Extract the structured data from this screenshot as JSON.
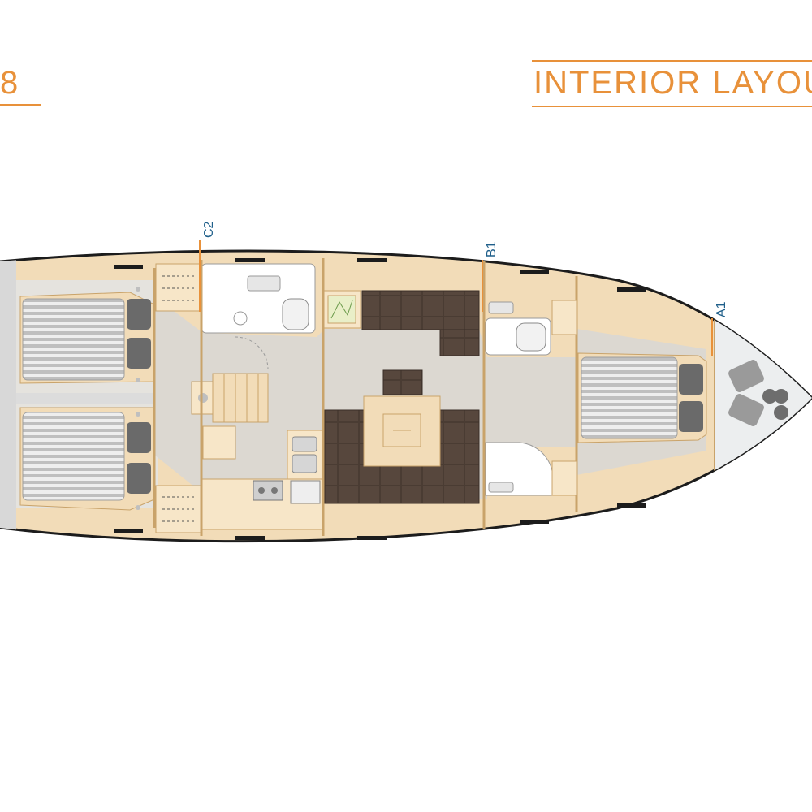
{
  "header": {
    "left_fragment": "8",
    "title": "INTERIOR LAYOUT"
  },
  "sections": {
    "c2": "C2",
    "b1": "B1",
    "a1": "A1"
  },
  "colors": {
    "accent": "#e8913a",
    "label_blue": "#1f5f8a",
    "wood": "#f2dcb8",
    "floor": "#dcd8d1",
    "hull": "#1c1c1c",
    "upholstery": "#4a3c33"
  }
}
